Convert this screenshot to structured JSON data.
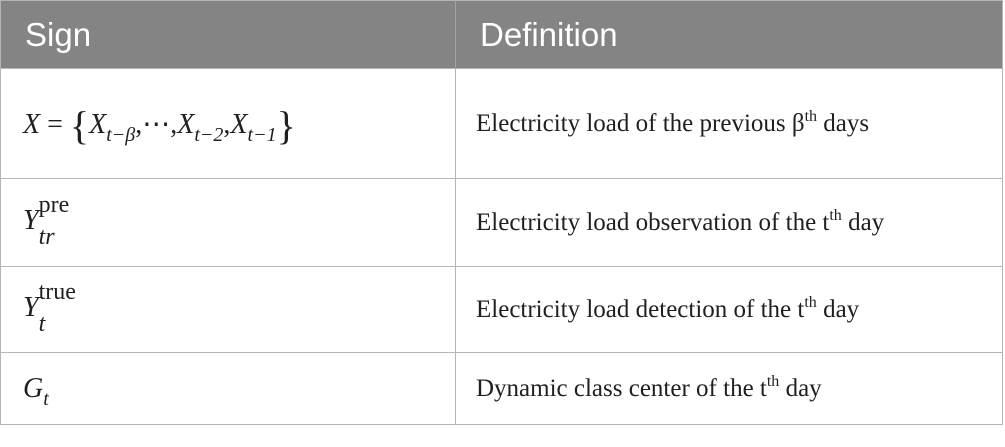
{
  "table": {
    "headers": {
      "sign": "Sign",
      "definition": "Definition"
    },
    "rows": [
      {
        "sign": {
          "lhs": "X",
          "eq": " = ",
          "brace_open": "{",
          "x1": "X",
          "x1_sub": "t−β",
          "sep1": ",",
          "dots": "⋯",
          "sep2": ",",
          "x2": "X",
          "x2_sub": "t−2",
          "sep3": ",",
          "x3": "X",
          "x3_sub": "t−1",
          "brace_close": "}"
        },
        "definition": {
          "text": "Electricity load of the previous β",
          "sup": "th",
          "tail": " days"
        }
      },
      {
        "sign": {
          "base": "Y",
          "sub": "tr",
          "sup": "pre"
        },
        "definition": {
          "text": "Electricity load observation of the t",
          "sup": "th",
          "tail": " day"
        }
      },
      {
        "sign": {
          "base": "Y",
          "sub": "t",
          "sup": "true"
        },
        "definition": {
          "text": "Electricity load detection of the t",
          "sup": "th",
          "tail": " day"
        }
      },
      {
        "sign": {
          "base": "G",
          "sub": "t"
        },
        "definition": {
          "text": "Dynamic class center of the t",
          "sup": "th",
          "tail": " day"
        }
      }
    ]
  }
}
